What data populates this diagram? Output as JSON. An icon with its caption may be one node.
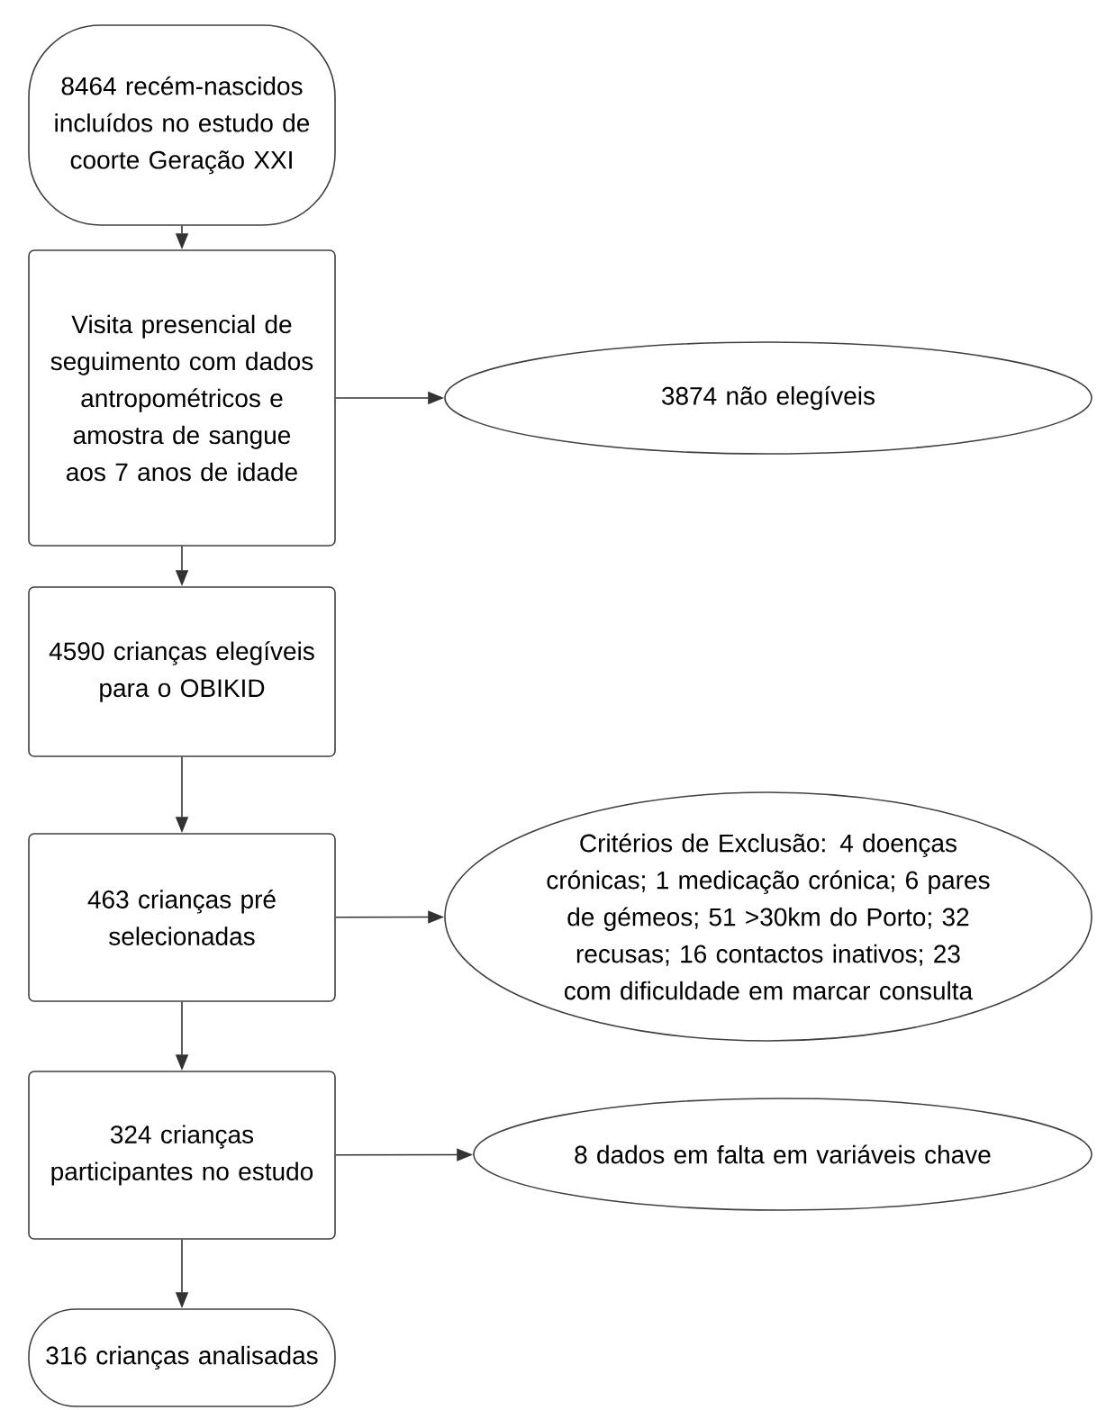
{
  "diagram": {
    "nodes": [
      {
        "text": [
          "8464 recém-nascidos incluídos no estudo de coorte Geração XXI"
        ]
      },
      {
        "text": [
          "Visita presencial de seguimento com dados antropométricos e amostra de sangue aos 7 anos de idade"
        ]
      },
      {
        "text": [
          "4590 crianças elegíveis para o OBIKID"
        ]
      },
      {
        "text": [
          "463 crianças pré selecionadas"
        ]
      },
      {
        "text": [
          "324 crianças participantes no estudo"
        ]
      },
      {
        "text": [
          "316 crianças analisadas"
        ]
      },
      {
        "text": [
          "3874 não elegíveis"
        ]
      },
      {
        "text": [
          "Critérios de Exclusão: 4 doenças crónicas; 1 medicação crónica; 6 pares de gémeos; 51 >30km do Porto; 32 recusas; 16 contactos inativos; 23 com dificuldade em marcar consulta"
        ]
      },
      {
        "text": [
          "8 dados em falta em variáveis chave"
        ]
      }
    ],
    "edges": [
      {
        "from": 0,
        "to": 1,
        "arrow": "to"
      },
      {
        "from": 1,
        "to": 6,
        "arrow": "to"
      },
      {
        "from": 1,
        "to": 2,
        "arrow": "to"
      },
      {
        "from": 2,
        "to": 3,
        "arrow": "to"
      },
      {
        "from": 3,
        "to": 7,
        "arrow": "to"
      },
      {
        "from": 3,
        "to": 4,
        "arrow": "to"
      },
      {
        "from": 4,
        "to": 8,
        "arrow": "to"
      },
      {
        "from": 4,
        "to": 5,
        "arrow": "to"
      }
    ]
  }
}
